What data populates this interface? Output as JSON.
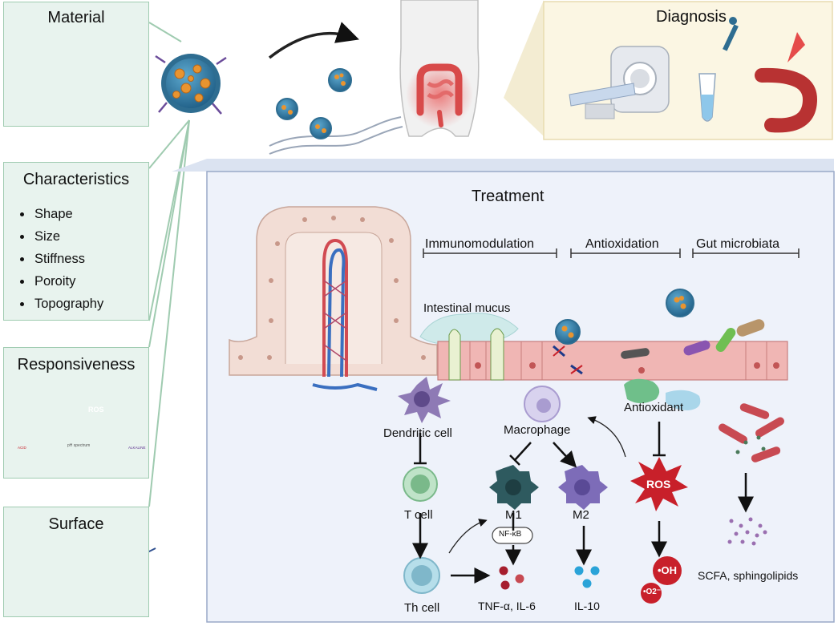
{
  "panels": {
    "material": {
      "title": "Material"
    },
    "characteristics": {
      "title": "Characteristics",
      "items": [
        "Shape",
        "Size",
        "Stiffness",
        "Poroity",
        "Topography"
      ]
    },
    "responsiveness": {
      "title": "Responsiveness",
      "ros": "ROS",
      "ph_caption": "pH spectrum",
      "ph_left": "ACID",
      "ph_right": "ALKALINE"
    },
    "surface": {
      "title": "Surface"
    }
  },
  "diagnosis": {
    "title": "Diagnosis"
  },
  "treatment": {
    "title": "Treatment",
    "sections": [
      "Immunomodulation",
      "Antioxidation",
      "Gut microbiata"
    ],
    "labels": {
      "intestinal_mucus": "Intestinal mucus",
      "dendritic_cell": "Dendritic cell",
      "macrophage": "Macrophage",
      "antioxidant": "Antioxidant",
      "t_cell": "T cell",
      "th_cell": "Th cell",
      "m1": "M1",
      "m2": "M2",
      "nfkb": "NF-κB",
      "tnf_il6": "TNF-α,  IL-6",
      "il10": "IL-10",
      "ros": "ROS",
      "oh": "•OH",
      "o2": "•O2⁻",
      "scfa": "SCFA, sphingolipids"
    }
  },
  "colors": {
    "panel_bg": "#e8f3ee",
    "panel_border": "#9fcbb0",
    "treatment_bg": "#eef2fa",
    "diagnosis_bg": "#fbf6e3",
    "ros_red": "#c8202a"
  }
}
